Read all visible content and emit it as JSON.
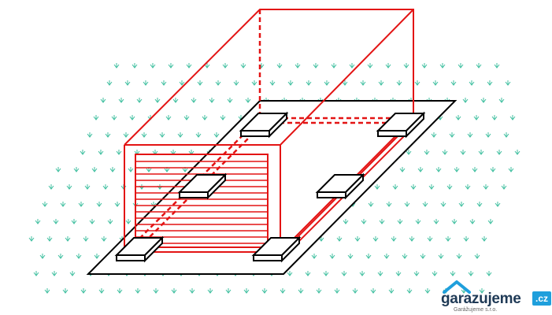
{
  "colors": {
    "grass": "#3fbf9f",
    "base": "#000000",
    "garage": "#e31414",
    "brand_dark": "#1f3a56",
    "brand_accent": "#1f9fdc"
  },
  "logo": {
    "wordmark": "garazujeme",
    "badge": ".cz",
    "company": "Garážujeme s.r.o."
  }
}
